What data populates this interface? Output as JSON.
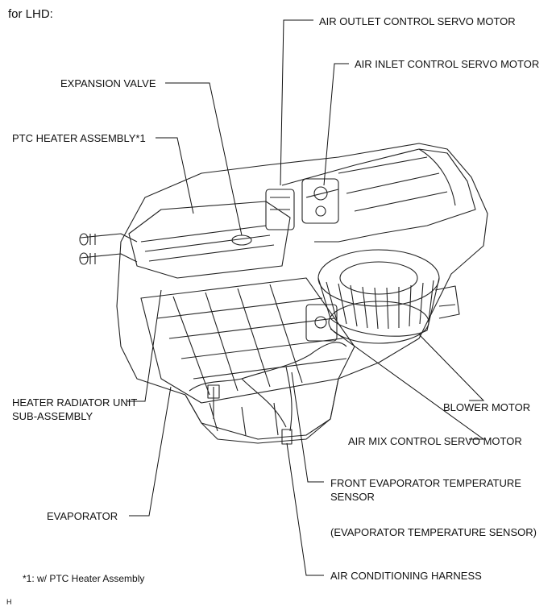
{
  "title": "for LHD:",
  "labels": {
    "air_outlet_servo": "AIR OUTLET CONTROL SERVO MOTOR",
    "air_inlet_servo": "AIR INLET CONTROL SERVO MOTOR",
    "expansion_valve": "EXPANSION VALVE",
    "ptc_heater": "PTC HEATER ASSEMBLY*1",
    "heater_radiator": "HEATER RADIATOR UNIT SUB-ASSEMBLY",
    "blower_motor": "BLOWER MOTOR",
    "air_mix_servo": "AIR MIX CONTROL SERVO MOTOR",
    "front_evap_sensor": "FRONT EVAPORATOR TEMPERATURE SENSOR",
    "evap_sensor_alt": "(EVAPORATOR TEMPERATURE SENSOR)",
    "evaporator": "EVAPORATOR",
    "ac_harness": "AIR CONDITIONING HARNESS"
  },
  "footnote": "*1: w/ PTC Heater Assembly",
  "corner_mark": "H"
}
